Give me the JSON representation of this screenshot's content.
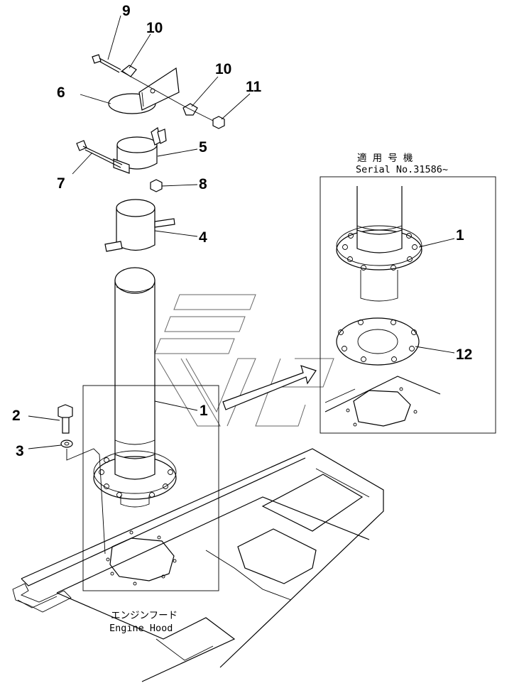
{
  "callouts": {
    "p9": "9",
    "p10a": "10",
    "p10b": "10",
    "p11": "11",
    "p6": "6",
    "p5": "5",
    "p7": "7",
    "p8": "8",
    "p4": "4",
    "p1a": "1",
    "p2": "2",
    "p3": "3",
    "p1b": "1",
    "p12": "12"
  },
  "detail_box": {
    "applicability_jp": "適 用 号 機",
    "serial_label": "Serial No.31586~"
  },
  "engine_hood": {
    "label_jp": "エンジンフード",
    "label_en": "Engine Hood"
  }
}
